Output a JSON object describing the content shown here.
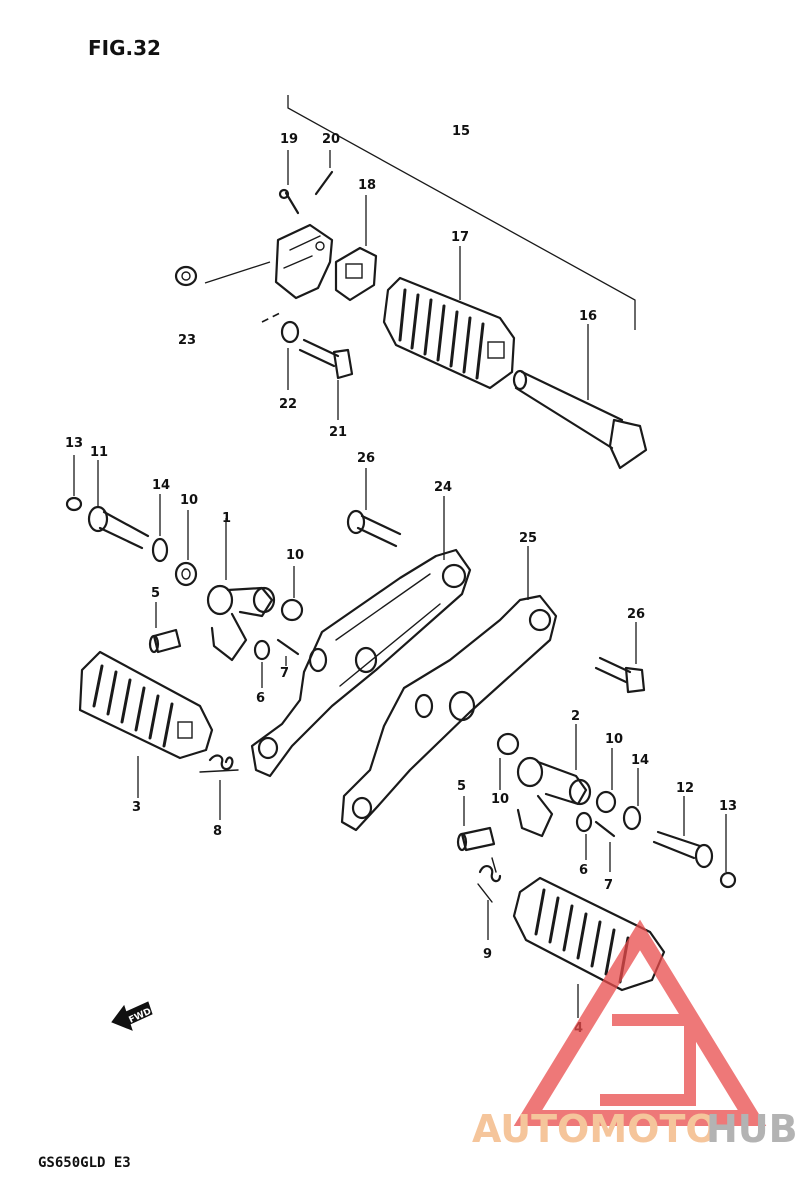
{
  "figure": {
    "title": "FIG.32",
    "model": "GS650GLD E3",
    "forward_marker": "FWD"
  },
  "callouts": {
    "c1": "1",
    "c2": "2",
    "c3": "3",
    "c4": "4",
    "c5a": "5",
    "c5b": "5",
    "c6a": "6",
    "c6b": "6",
    "c7a": "7",
    "c7b": "7",
    "c8": "8",
    "c9": "9",
    "c10a": "10",
    "c10b": "10",
    "c10c": "10",
    "c10d": "10",
    "c11": "11",
    "c12": "12",
    "c13a": "13",
    "c13b": "13",
    "c14a": "14",
    "c14b": "14",
    "c15": "15",
    "c16": "16",
    "c17": "17",
    "c18": "18",
    "c19": "19",
    "c20": "20",
    "c21": "21",
    "c22": "22",
    "c23": "23",
    "c24": "24",
    "c25": "25",
    "c26a": "26",
    "c26b": "26"
  },
  "watermark": {
    "part1": "AUTOMOTO",
    "part2": "HUB",
    "color_primary": "#e94b4b",
    "color_text": "#f2b27a",
    "color_text2": "#9a9a9a"
  }
}
